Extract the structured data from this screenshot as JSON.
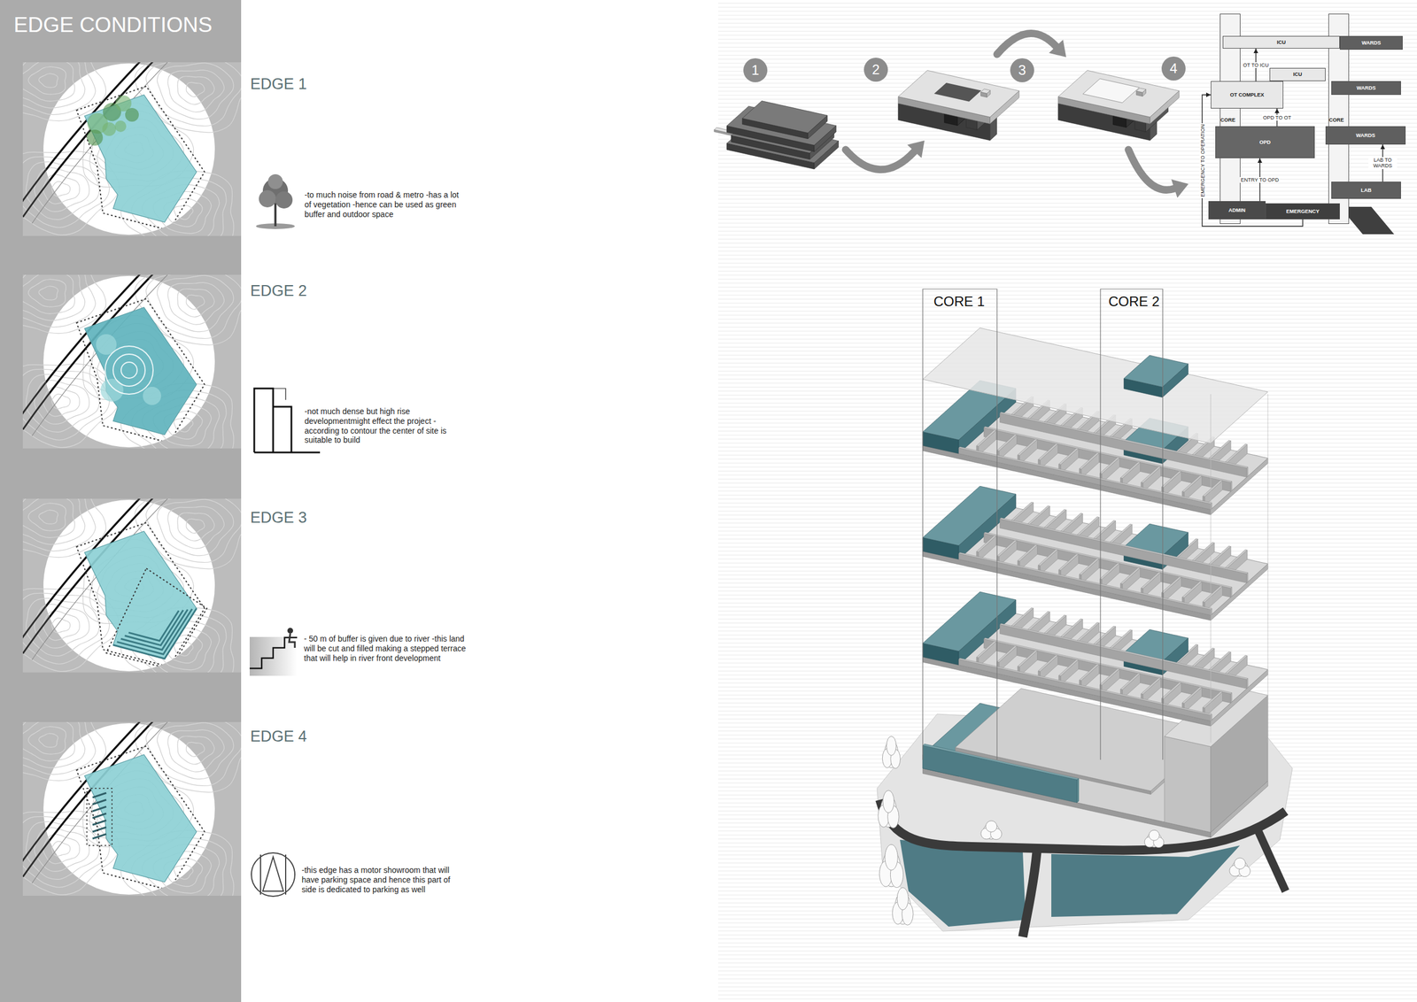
{
  "diagram": {
    "title": "EDGE CONDITIONS",
    "nodes": [
      {
        "text": [
          "CORE"
        ]
      },
      {
        "text": [
          "CORE"
        ]
      },
      {
        "text": [
          "ICU"
        ]
      },
      {
        "text": [
          "WARDS"
        ]
      },
      {
        "text": [
          "ICU"
        ]
      },
      {
        "text": [
          "WARDS"
        ]
      },
      {
        "text": [
          "OT COMPLEX"
        ]
      },
      {
        "text": [
          "OPD"
        ]
      },
      {
        "text": [
          "WARDS"
        ]
      },
      {
        "text": [
          "LAB"
        ]
      },
      {
        "text": [
          "ADMIN"
        ]
      },
      {
        "text": [
          "EMERGENCY"
        ]
      }
    ],
    "edges": [
      {
        "from": 6,
        "to": 2,
        "label": "OT TO ICU",
        "arrow": "to"
      },
      {
        "from": 7,
        "to": 6,
        "label": "OPD TO OT",
        "arrow": "to"
      },
      {
        "from": 11,
        "to": 6,
        "label": "EMERGENCY TO OPERATION",
        "arrow": "to"
      },
      {
        "from": 10,
        "to": 7,
        "label": "ENTRY TO OPD",
        "arrow": "to"
      },
      {
        "from": 9,
        "to": 8,
        "label": "LAB TO WARDS",
        "arrow": "to"
      }
    ],
    "labels": [
      "EDGE 1",
      "-to much noise from road & metro -has a lot of vegetation -hence can be used as green buffer and outdoor space",
      "EDGE 2",
      "-not much dense but high rise developmentmight effect the project -according to contour the center of site is suitable to build",
      "EDGE 3",
      "- 50 m of buffer is given due to river -this land will be cut and filled making a stepped terrace that will help in river front development",
      "EDGE 4",
      "-this edge has a motor showroom that will have parking space and hence this part of side is dedicated to parking as well",
      "1",
      "2",
      "3",
      "4",
      "CORE 1",
      "CORE 2"
    ]
  }
}
